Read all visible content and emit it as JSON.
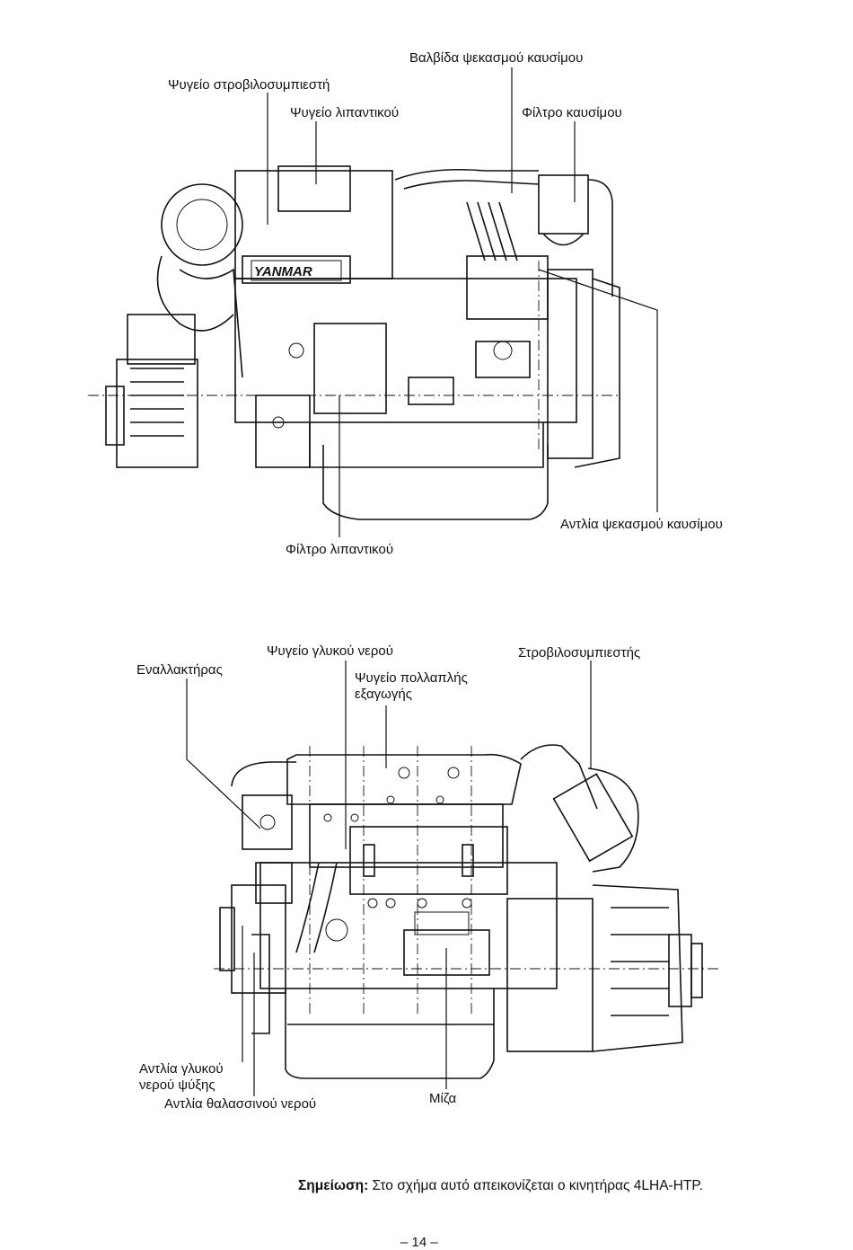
{
  "top_figure": {
    "engine_badge": "YANMAR",
    "labels": {
      "injection_valve": "Βαλβίδα ψεκασμού καυσίμου",
      "turbo_cooler": "Ψυγείο στροβιλοσυμπιεστή",
      "oil_cooler": "Ψυγείο λιπαντικού",
      "fuel_filter": "Φίλτρο καυσίμου",
      "injection_pump": "Αντλία ψεκασμού καυσίμου",
      "oil_filter": "Φίλτρο λιπαντικού"
    }
  },
  "bottom_figure": {
    "labels": {
      "alternator": "Εναλλακτήρας",
      "fresh_water_cooler": "Ψυγείο γλυκού νερού",
      "manifold_cooler": "Ψυγείο πολλαπλής\nεξαγωγής",
      "turbocharger": "Στροβιλοσυμπιεστής",
      "fresh_water_pump": "Αντλία γλυκού\nνερού ψύξης",
      "sea_water_pump": "Αντλία θαλασσινού νερού",
      "starter": "Μίζα"
    }
  },
  "note": {
    "bold": "Σημείωση:",
    "text": " Στο σχήμα αυτό απεικονίζεται ο κινητήρας 4LHA-HTP."
  },
  "page_number": "– 14 –"
}
